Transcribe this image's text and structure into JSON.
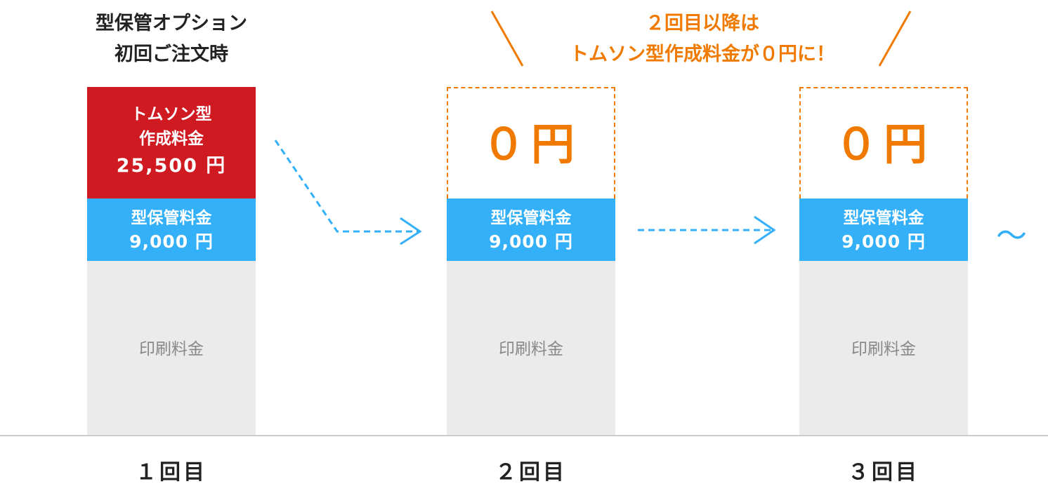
{
  "heading": {
    "line1": "型保管オプション",
    "line2": "初回ご注文時"
  },
  "callout": {
    "line1": "２回目以降は",
    "line2": "トムソン型作成料金が０円に！"
  },
  "columns": [
    {
      "label": "１回目",
      "top_title1": "トムソン型",
      "top_title2": "作成料金",
      "top_amount": "25,500 円",
      "storage_title": "型保管料金",
      "storage_amount": "9,000 円",
      "print_label": "印刷料金"
    },
    {
      "label": "２回目",
      "top_amount": "０円",
      "storage_title": "型保管料金",
      "storage_amount": "9,000 円",
      "print_label": "印刷料金"
    },
    {
      "label": "３回目",
      "top_amount": "０円",
      "storage_title": "型保管料金",
      "storage_amount": "9,000 円",
      "print_label": "印刷料金"
    }
  ],
  "continuation": "〜",
  "colors": {
    "red": "#d01a22",
    "blue": "#33b0f8",
    "orange": "#f07a00",
    "gray": "#ebebeb"
  }
}
